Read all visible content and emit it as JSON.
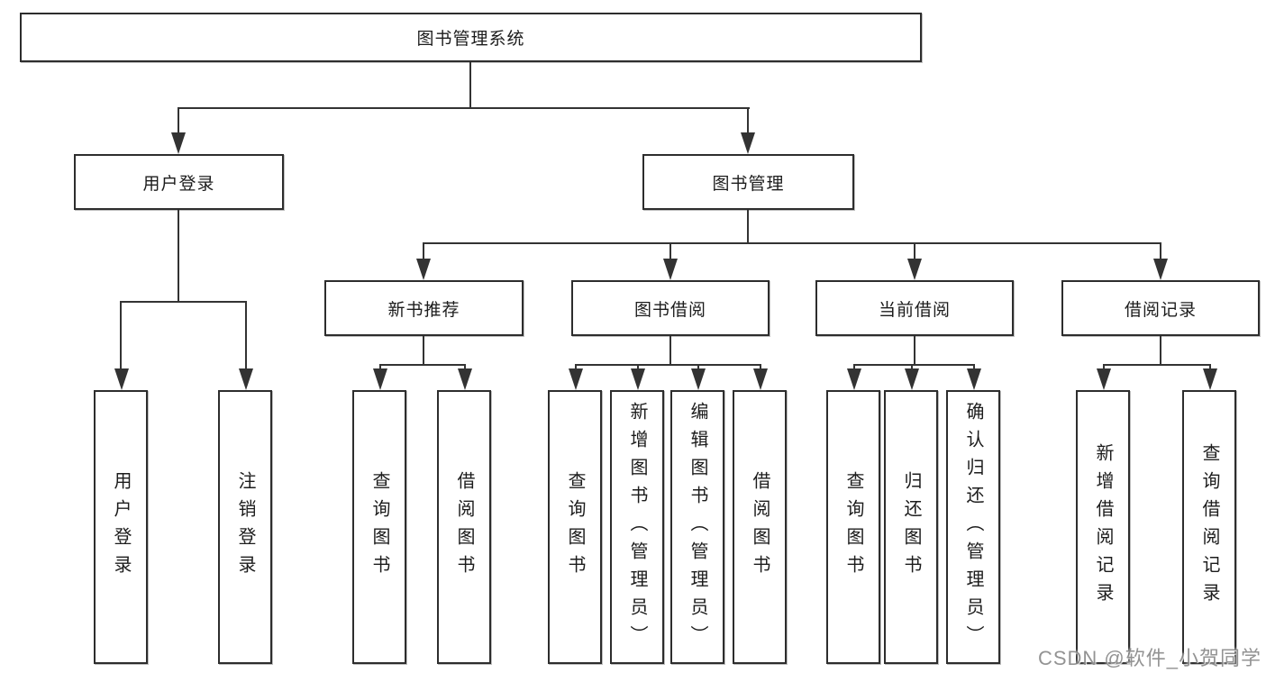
{
  "tree": {
    "label": "图书管理系统",
    "children": [
      {
        "label": "用户登录",
        "children": [
          {
            "label": "用户登录"
          },
          {
            "label": "注销登录"
          }
        ]
      },
      {
        "label": "图书管理",
        "children": [
          {
            "label": "新书推荐",
            "children": [
              {
                "label": "查询图书"
              },
              {
                "label": "借阅图书"
              }
            ]
          },
          {
            "label": "图书借阅",
            "children": [
              {
                "label": "查询图书"
              },
              {
                "label": "新增图书（管理员）"
              },
              {
                "label": "编辑图书（管理员）"
              },
              {
                "label": "借阅图书"
              }
            ]
          },
          {
            "label": "当前借阅",
            "children": [
              {
                "label": "查询图书"
              },
              {
                "label": "归还图书"
              },
              {
                "label": "确认归还（管理员）"
              }
            ]
          },
          {
            "label": "借阅记录",
            "children": [
              {
                "label": "新增借阅记录"
              },
              {
                "label": "查询借阅记录"
              }
            ]
          }
        ]
      }
    ]
  },
  "watermark": {
    "text": "CSDN @软件_小贺同学"
  },
  "colors": {
    "line": "#333333",
    "box_border": "#2d2d2d",
    "box_background": "#ffffff",
    "text": "#1c1c1c",
    "watermark": "#808080"
  }
}
